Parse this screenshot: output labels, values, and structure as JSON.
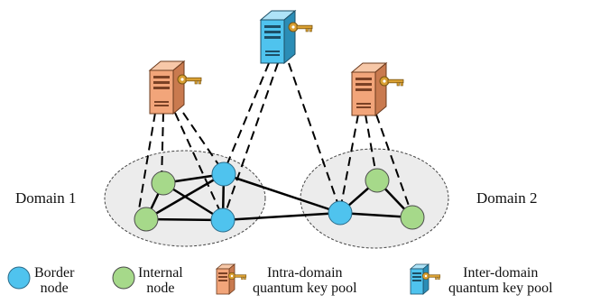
{
  "diagram": {
    "domains": [
      {
        "label": "Domain 1"
      },
      {
        "label": "Domain 2"
      }
    ]
  },
  "legend": {
    "border_node": {
      "line1": "Border",
      "line2": "node"
    },
    "internal_node": {
      "line1": "Internal",
      "line2": "node"
    },
    "intra_pool": {
      "line1": "Intra-domain",
      "line2": "quantum key pool"
    },
    "inter_pool": {
      "line1": "Inter-domain",
      "line2": "quantum key pool"
    }
  },
  "colors": {
    "border_node": "#4fc3ee",
    "internal_node": "#a6d98a",
    "intra_server": "#f2a57a",
    "inter_server": "#4fc3ee",
    "key": "#d9a033",
    "domain_fill": "#ececec"
  }
}
